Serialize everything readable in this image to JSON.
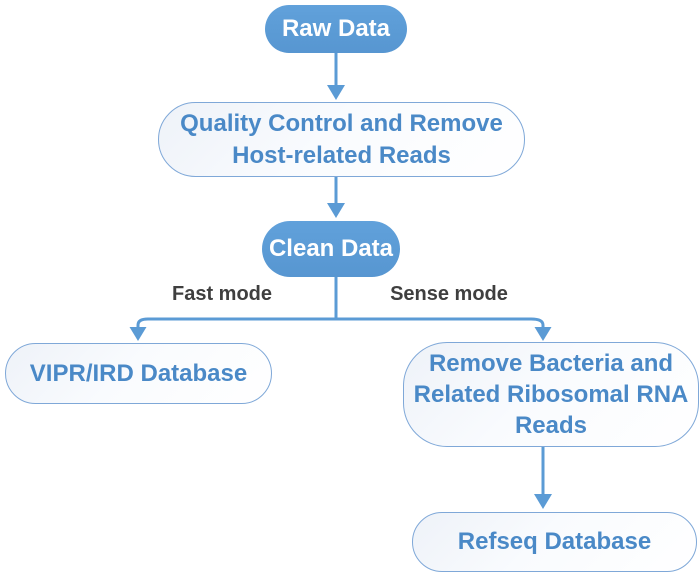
{
  "flowchart": {
    "nodes": {
      "raw_data": {
        "label": "Raw Data"
      },
      "quality_control": {
        "label": "Quality Control and Remove\nHost-related Reads"
      },
      "clean_data": {
        "label": "Clean Data"
      },
      "vipr_ird": {
        "label": "VIPR/IRD Database"
      },
      "remove_bacteria": {
        "label": "Remove Bacteria and\nRelated Ribosomal RNA\nReads"
      },
      "refseq": {
        "label": "Refseq Database"
      }
    },
    "branch_labels": {
      "fast_mode": "Fast mode",
      "sense_mode": "Sense mode"
    },
    "colors": {
      "solid_node_fill": "#5B9BD5",
      "solid_node_text": "#FFFFFF",
      "light_node_border": "#7FA8D8",
      "light_node_text": "#4A89C7",
      "connector": "#5B9BD5",
      "branch_label_text": "#3F3F3F"
    }
  }
}
